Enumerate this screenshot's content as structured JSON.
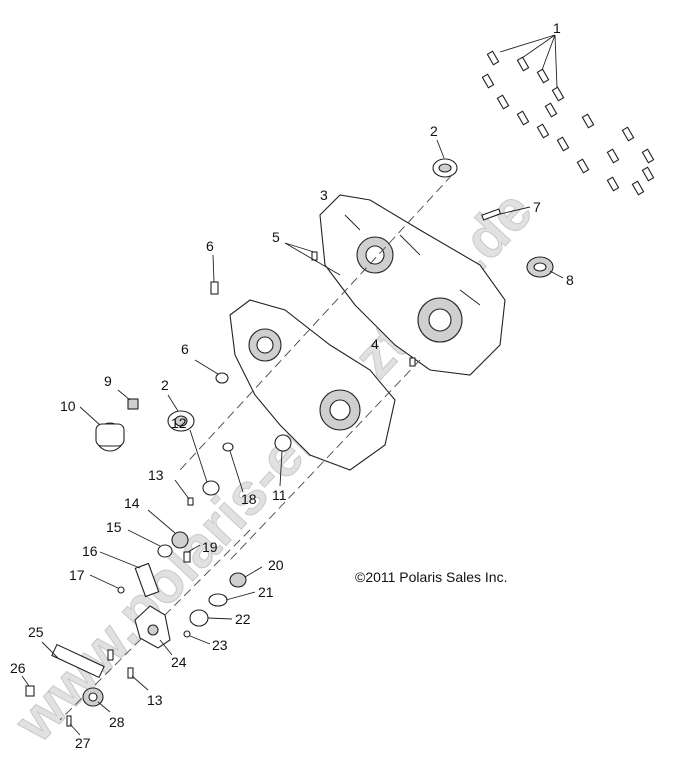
{
  "diagram": {
    "callouts": [
      {
        "id": "c1",
        "text": "1"
      },
      {
        "id": "c2a",
        "text": "2"
      },
      {
        "id": "c3",
        "text": "3"
      },
      {
        "id": "c4",
        "text": "4"
      },
      {
        "id": "c5",
        "text": "5"
      },
      {
        "id": "c6a",
        "text": "6"
      },
      {
        "id": "c6b",
        "text": "6"
      },
      {
        "id": "c7",
        "text": "7"
      },
      {
        "id": "c8",
        "text": "8"
      },
      {
        "id": "c9",
        "text": "9"
      },
      {
        "id": "c10",
        "text": "10"
      },
      {
        "id": "c2b",
        "text": "2"
      },
      {
        "id": "c12",
        "text": "12"
      },
      {
        "id": "c11",
        "text": "11"
      },
      {
        "id": "c18",
        "text": "18"
      },
      {
        "id": "c13a",
        "text": "13"
      },
      {
        "id": "c14",
        "text": "14"
      },
      {
        "id": "c15",
        "text": "15"
      },
      {
        "id": "c19",
        "text": "19"
      },
      {
        "id": "c16",
        "text": "16"
      },
      {
        "id": "c17",
        "text": "17"
      },
      {
        "id": "c20",
        "text": "20"
      },
      {
        "id": "c21",
        "text": "21"
      },
      {
        "id": "c22",
        "text": "22"
      },
      {
        "id": "c23",
        "text": "23"
      },
      {
        "id": "c24",
        "text": "24"
      },
      {
        "id": "c25",
        "text": "25"
      },
      {
        "id": "c26",
        "text": "26"
      },
      {
        "id": "c13b",
        "text": "13"
      },
      {
        "id": "c28",
        "text": "28"
      },
      {
        "id": "c27",
        "text": "27"
      }
    ],
    "copyright": "©2011 Polaris Sales Inc.",
    "watermark": "www.polaris-ersatzteile.de"
  }
}
